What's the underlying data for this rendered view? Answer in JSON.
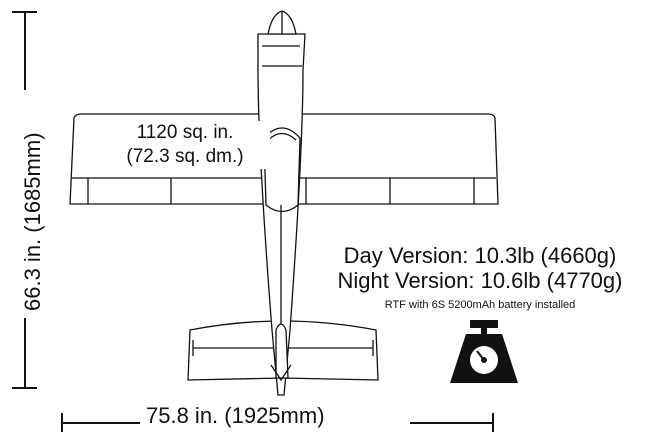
{
  "wing_area": {
    "line1": "1120 sq. in.",
    "line2": "(72.3 sq. dm.)"
  },
  "weights": {
    "day": "Day Version: 10.3lb (4660g)",
    "night": "Night Version: 10.6lb (4770g)",
    "note": "RTF with 6S 5200mAh battery installed"
  },
  "dimensions": {
    "height": "66.3 in. (1685mm)",
    "wingspan": "75.8 in. (1925mm)"
  },
  "icons": [
    "airplane-top-view-icon",
    "scale-icon"
  ],
  "colors": {
    "line": "#111111",
    "background": "#ffffff"
  }
}
